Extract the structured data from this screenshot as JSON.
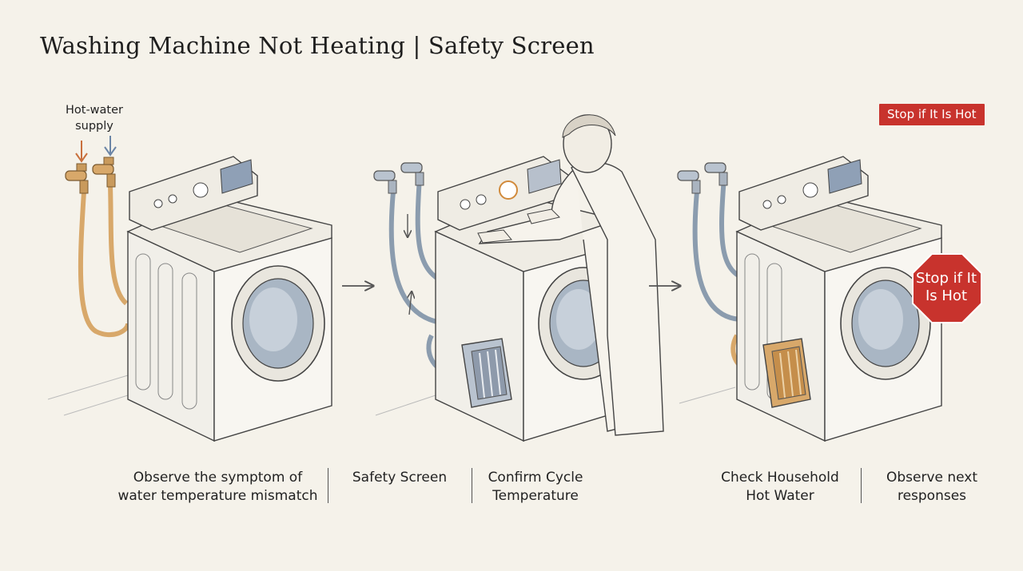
{
  "title": "Washing Machine Not Heating | Safety Screen",
  "supply_label": "Hot-water supply",
  "stop_tag": "Stop if It Is Hot",
  "stop_sign": "Stop if It Is Hot",
  "captions": {
    "observe_symptom": "Observe the symptom of water temperature mismatch",
    "safety_screen": "Safety Screen",
    "confirm_cycle": "Confirm Cycle Temperature",
    "check_hot_water": "Check Household Hot Water",
    "observe_next": "Observe next responses"
  },
  "colors": {
    "hot_pipe": "#d8a86a",
    "cold_pipe": "#8b9cae",
    "stop_red": "#c8332d",
    "background": "#f5f2ea"
  }
}
